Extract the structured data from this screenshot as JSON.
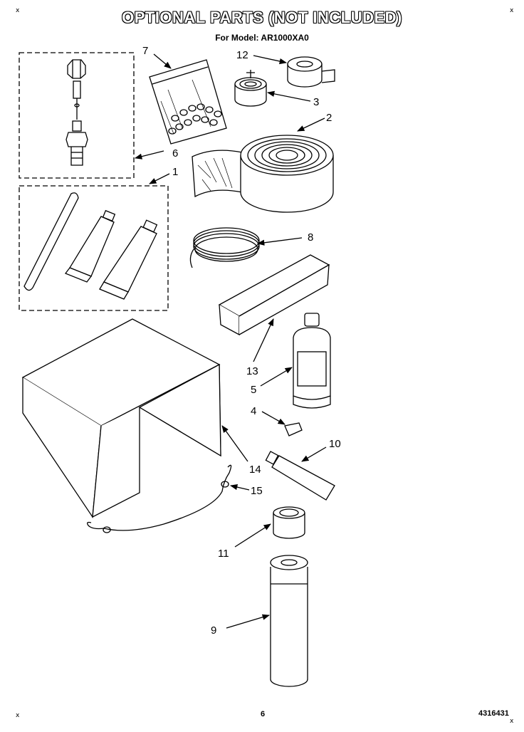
{
  "header": {
    "title": "OPTIONAL PARTS (NOT INCLUDED)",
    "subtitle": "For Model: AR1000XA0"
  },
  "footer": {
    "page_number": "6",
    "document_code": "4316431"
  },
  "corner_marks": [
    "x",
    "x",
    "x",
    "x"
  ],
  "callouts": [
    "7",
    "12",
    "3",
    "2",
    "6",
    "1",
    "8",
    "13",
    "5",
    "4",
    "10",
    "14",
    "15",
    "11",
    "9"
  ]
}
